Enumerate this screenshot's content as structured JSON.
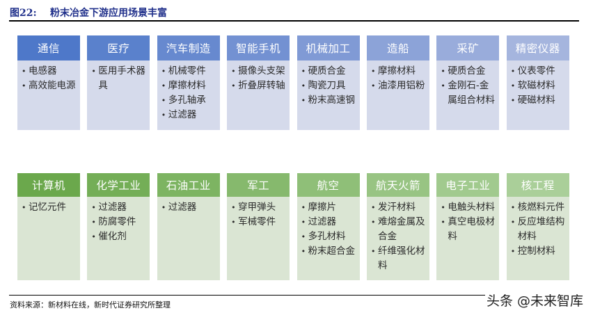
{
  "figure": {
    "number": "图22:",
    "title": "粉末冶金下游应用场景丰富"
  },
  "colors": {
    "title": "#1f2f8a",
    "top_headers": [
      "#4e78c9",
      "#5a81cc",
      "#6789cf",
      "#7391d2",
      "#809ad5",
      "#8ca3d8",
      "#99acdb",
      "#a5b5de"
    ],
    "top_body": "#d5daeb",
    "bottom_headers": [
      "#6ba84c",
      "#74ae57",
      "#7db462",
      "#86b96d",
      "#8fbf78",
      "#98c483",
      "#a1ca8e",
      "#aacf99"
    ],
    "bottom_body": "#dae5d3"
  },
  "top_row": [
    {
      "header": "通信",
      "items": [
        "电感器",
        "高效能电源"
      ]
    },
    {
      "header": "医疗",
      "items": [
        "医用手术器具"
      ]
    },
    {
      "header": "汽车制造",
      "items": [
        "机械零件",
        "摩擦材料",
        "多孔轴承",
        "过滤器"
      ]
    },
    {
      "header": "智能手机",
      "items": [
        "摄像头支架",
        "折叠屏转轴"
      ]
    },
    {
      "header": "机械加工",
      "items": [
        "硬质合金",
        "陶瓷刀具",
        "粉末高速钢"
      ]
    },
    {
      "header": "造船",
      "items": [
        "摩擦材料",
        "油漆用铝粉"
      ]
    },
    {
      "header": "采矿",
      "items": [
        "硬质合金",
        "金刚石-金属组合材料"
      ]
    },
    {
      "header": "精密仪器",
      "items": [
        "仪表零件",
        "软磁材料",
        "硬磁材料"
      ]
    }
  ],
  "bottom_row": [
    {
      "header": "计算机",
      "items": [
        "记忆元件"
      ]
    },
    {
      "header": "化学工业",
      "items": [
        "过滤器",
        "防腐零件",
        "催化剂"
      ]
    },
    {
      "header": "石油工业",
      "items": [
        "过滤器"
      ]
    },
    {
      "header": "军工",
      "items": [
        "穿甲弹头",
        "军械零件"
      ]
    },
    {
      "header": "航空",
      "items": [
        "摩擦片",
        "过滤器",
        "多孔材料",
        "粉末超合金"
      ]
    },
    {
      "header": "航天火箭",
      "items": [
        "发汗材料",
        "难熔金属及合金",
        "纤维强化材料"
      ]
    },
    {
      "header": "电子工业",
      "items": [
        "电触头材料",
        "真空电极材料"
      ]
    },
    {
      "header": "核工程",
      "items": [
        "核燃料元件",
        "反应堆结构材料",
        "控制材料"
      ]
    }
  ],
  "source": "资料来源：新材料在线，新时代证券研究所整理",
  "watermark": "头条 @未来智库"
}
